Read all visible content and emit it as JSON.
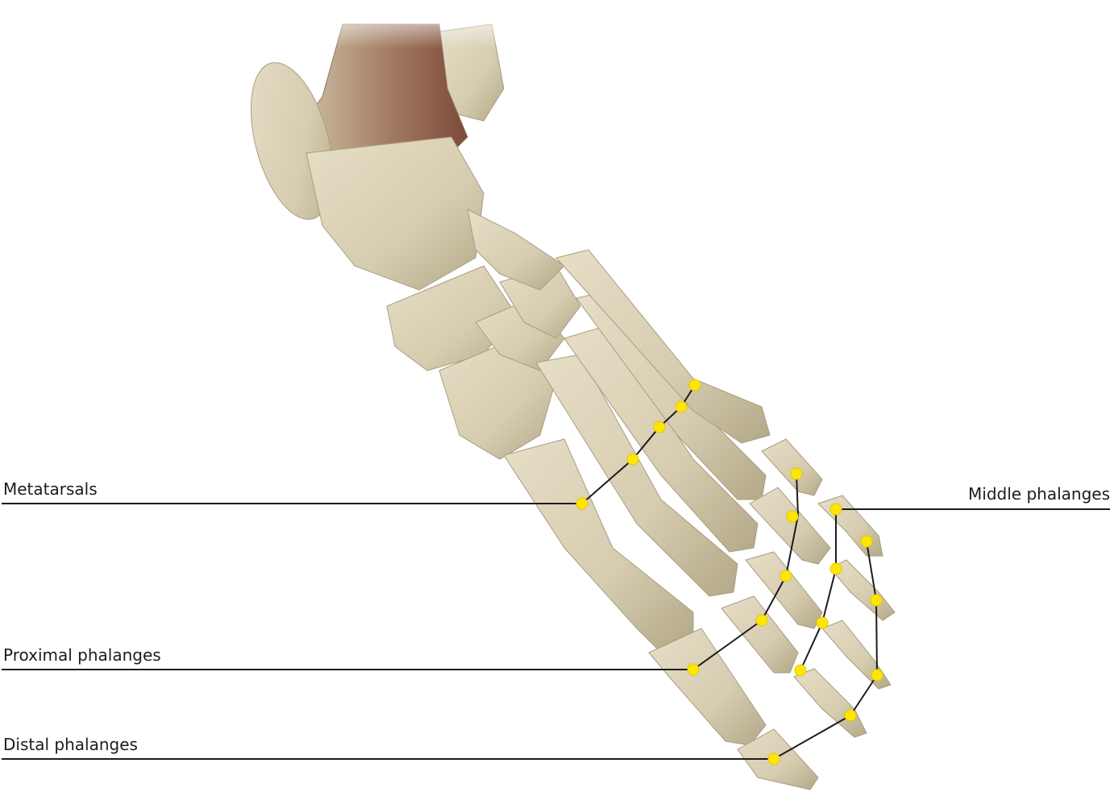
{
  "labels": {
    "metatarsals": "Metatarsals",
    "middle_phalanges": "Middle phalanges",
    "proximal_phalanges": "Proximal phalanges",
    "distal_phalanges": "Distal phalanges"
  },
  "colors": {
    "bone": "#d9d0b6",
    "bone_shadow": "#b8ad8e",
    "bone_dark": "#9c9174",
    "tibia_tint": "#8a5a48",
    "marker": "#ffe600",
    "leader_line": "#1c1c1c"
  },
  "icons": {
    "marker": "yellow-dot"
  }
}
